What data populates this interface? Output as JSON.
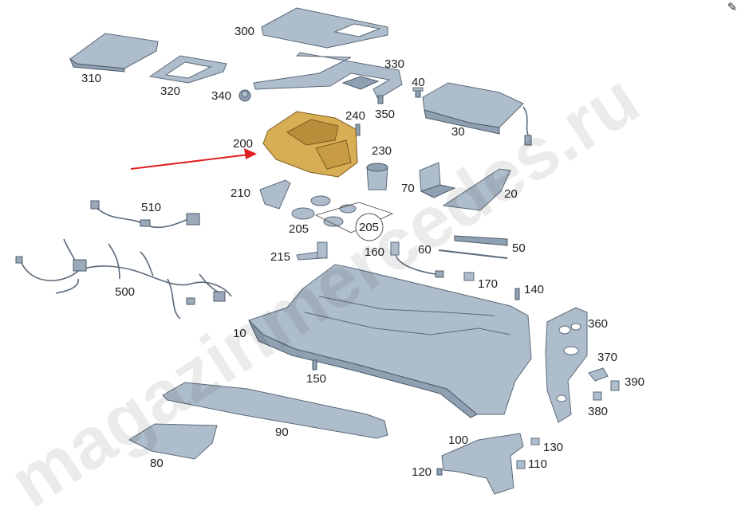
{
  "watermark": "magazinmercedes.ru",
  "toolbar": {
    "edit_icon": "edit-icon"
  },
  "colors": {
    "part": "#aebdcc",
    "highlight": "#d8ae55",
    "arrow": "#e02020"
  },
  "highlighted_part": "200",
  "callouts": {
    "c300": "300",
    "c310": "310",
    "c320": "320",
    "c330": "330",
    "c340": "340",
    "c350": "350",
    "c40": "40",
    "c30": "30",
    "c240": "240",
    "c200": "200",
    "c230": "230",
    "c70": "70",
    "c20": "20",
    "c210": "210",
    "c205a": "205",
    "c205b": "205",
    "c510": "510",
    "c500": "500",
    "c215": "215",
    "c160": "160",
    "c60": "60",
    "c50": "50",
    "c170": "170",
    "c140": "140",
    "c10": "10",
    "c360": "360",
    "c370": "370",
    "c390": "390",
    "c380": "380",
    "c150": "150",
    "c90": "90",
    "c80": "80",
    "c100": "100",
    "c130": "130",
    "c110": "110",
    "c120": "120"
  }
}
